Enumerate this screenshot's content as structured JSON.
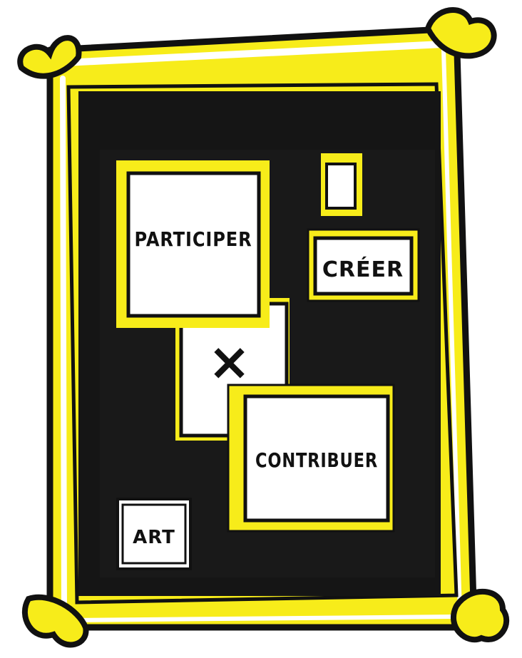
{
  "colors": {
    "frame_yellow": "#f7ec1a",
    "ink": "#111111",
    "canvas_black": "#151515",
    "paper": "#ffffff"
  },
  "labels": {
    "participate": "PARTICIPER",
    "create": "CRÉER",
    "cross": "×",
    "contribute": "CONTRIBUER",
    "art": "ART"
  }
}
